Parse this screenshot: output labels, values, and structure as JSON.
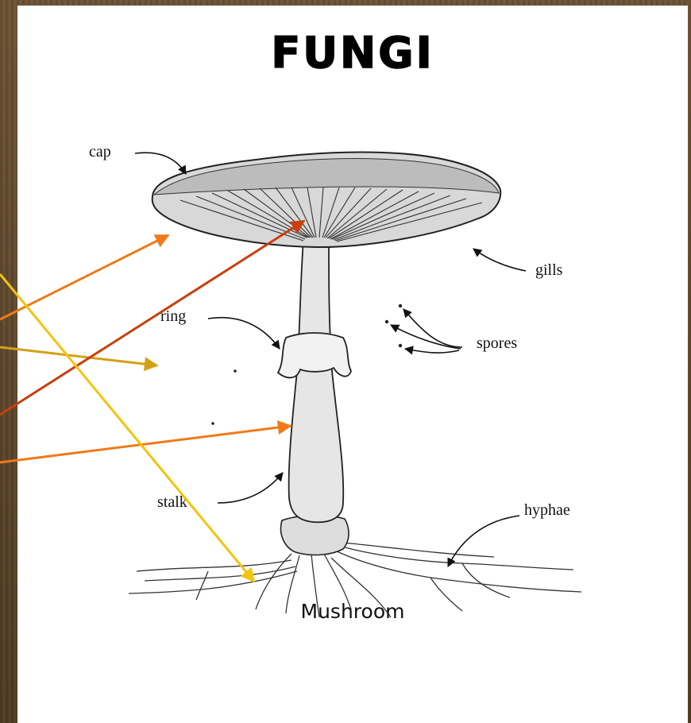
{
  "title": "FUNGI",
  "caption": "Mushroom",
  "labels": {
    "cap": "cap",
    "gills": "gills",
    "ring": "ring",
    "spores": "spores",
    "stalk": "stalk",
    "hyphae": "hyphae"
  },
  "colors": {
    "arrow_orange": "#f07a1a",
    "arrow_gold": "#d4a017",
    "arrow_rust": "#c8400e",
    "arrow_yellow": "#f3c30f",
    "background": "#5a4328"
  }
}
